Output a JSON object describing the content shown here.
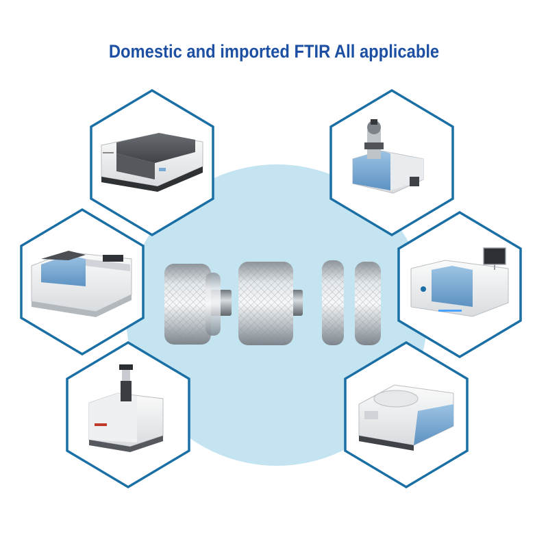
{
  "page": {
    "title": "Domestic and imported FTIR All applicable"
  },
  "colors": {
    "title": "#1d4fa3",
    "hex_border": "#1a6fa5",
    "backdrop": "#c5e4f2",
    "instrument_blue": "#6aa3cf"
  },
  "instruments": [
    {
      "position": "top-left",
      "depicts": "dark grey benchtop FTIR spectrometer"
    },
    {
      "position": "top-right",
      "depicts": "blue FTIR spectrometer with microscope attachment"
    },
    {
      "position": "middle-left",
      "depicts": "white FTIR spectrometer with blue sample compartment"
    },
    {
      "position": "middle-right",
      "depicts": "white FTIR spectrometer with display panel"
    },
    {
      "position": "bottom-left",
      "depicts": "white compact FTIR spectrometer with ATR press"
    },
    {
      "position": "bottom-right",
      "depicts": "white FTIR spectrometer with light blue panel"
    }
  ],
  "accessory": {
    "depicts": "knurled stainless steel press rings and screws",
    "count": 4
  }
}
